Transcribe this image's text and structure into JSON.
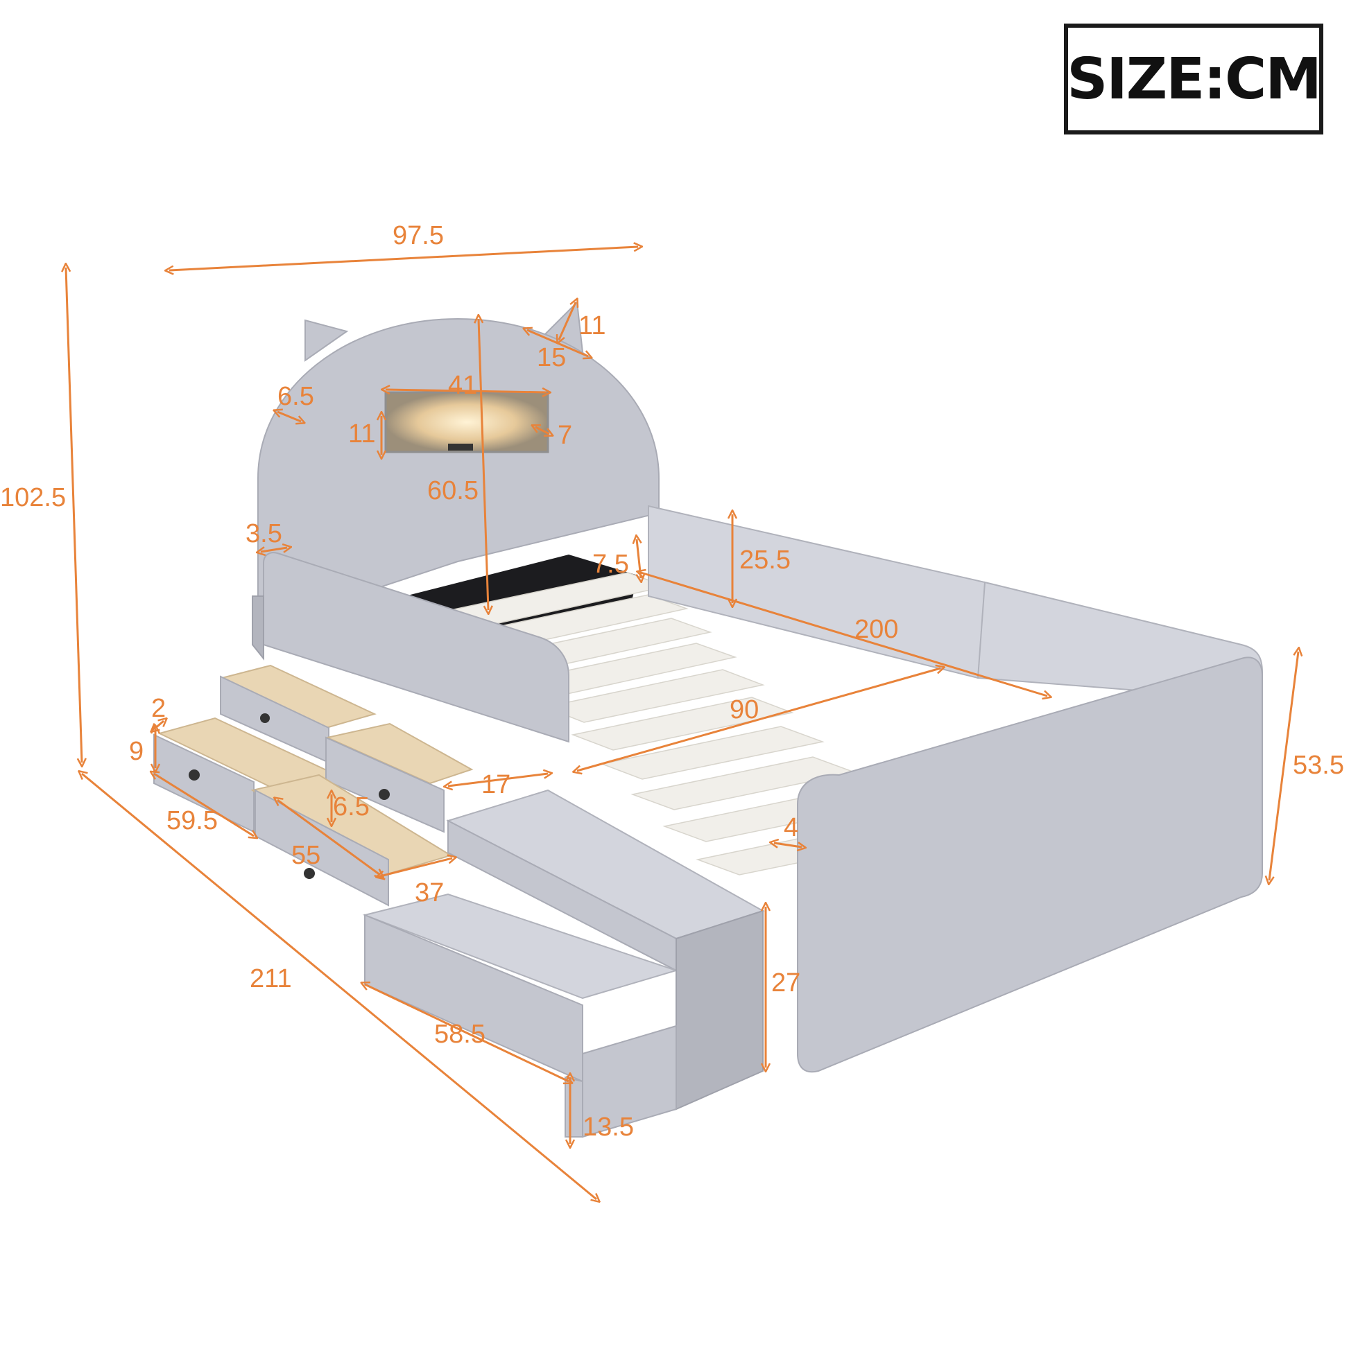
{
  "size_label": "SIZE:CM",
  "dimensions": {
    "total_width": "97.5",
    "total_height": "102.5",
    "total_length": "211",
    "side_height": "53.5",
    "ear_height": "11",
    "ear_width": "15",
    "shelf_width": "41",
    "shelf_height": "11",
    "shelf_depth": "7",
    "headboard_thickness": "6.5",
    "headboard_to_slats": "60.5",
    "headboard_gap": "3.5",
    "slat_depth": "7.5",
    "guard_height": "25.5",
    "inner_length": "200",
    "inner_width": "90",
    "drawer_side": "2",
    "drawer_height": "9",
    "drawer_length": "59.5",
    "drawer_inner_depth": "6.5",
    "drawer_inner_length": "55",
    "drawer_inner_width": "37",
    "step_top_width": "17",
    "footboard_thickness": "4",
    "step_height": "27",
    "step_length": "58.5",
    "step_drawer_height": "13.5"
  },
  "colors": {
    "dimension": "#e8833a",
    "fabric": "#c4c6cf",
    "wood": "#e9d6b4",
    "slat": "#f1efea"
  }
}
